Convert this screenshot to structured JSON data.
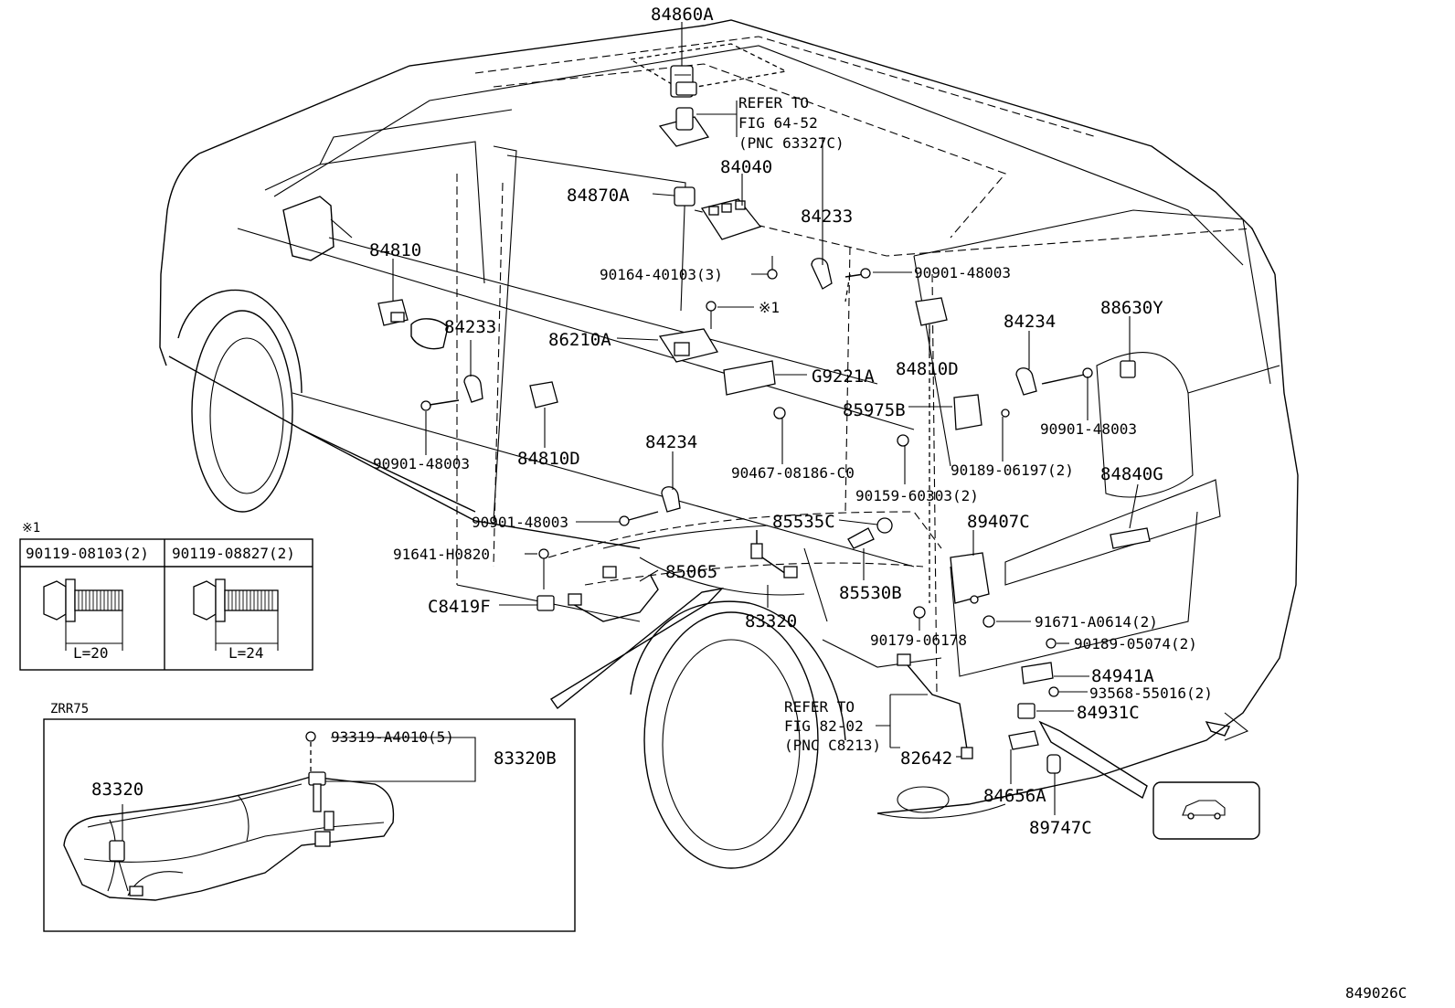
{
  "labels": {
    "p84860A": "84860A",
    "refer1_a": "REFER TO",
    "refer1_b": "FIG 64-52",
    "refer1_c": "(PNC 63327C)",
    "p84040": "84040",
    "p84870A": "84870A",
    "p84233_top": "84233",
    "p84810": "84810",
    "p90164": "90164-40103(3)",
    "p90901_top": "90901-48003",
    "p88630Y": "88630Y",
    "star1_label": "※1",
    "p84233_left": "84233",
    "p86210A": "86210A",
    "p84810D_right": "84810D",
    "p84234_right": "84234",
    "pG9221A": "G9221A",
    "p85975B": "85975B",
    "p90901_left": "90901-48003",
    "p84810D_left": "84810D",
    "p84234_mid": "84234",
    "p90901_right": "90901-48003",
    "p90467": "90467-08186-C0",
    "p90189_06197": "90189-06197(2)",
    "p84840G": "84840G",
    "p90159": "90159-60303(2)",
    "star1_box": "※1",
    "p90901_mid": "90901-48003",
    "p85535C": "85535C",
    "p89407C": "89407C",
    "p91641": "91641-H0820",
    "p85065": "85065",
    "p85530B": "85530B",
    "pC8419F": "C8419F",
    "p83320": "83320",
    "p91671": "91671-A0614(2)",
    "p90179": "90179-06178",
    "p90189_05074": "90189-05074(2)",
    "p84941A": "84941A",
    "p93568": "93568-55016(2)",
    "refer2_a": "REFER TO",
    "refer2_b": "FIG 82-02",
    "refer2_c": "(PNC C8213)",
    "p84931C": "84931C",
    "p82642": "82642",
    "p84656A": "84656A",
    "p89747C": "89747C",
    "zrr75": "ZRR75",
    "p93319": "93319-A4010(5)",
    "p83320B": "83320B",
    "p83320_inset": "83320",
    "figure_code": "849026C"
  },
  "bolt_table": {
    "col1_header": "90119-08103(2)",
    "col2_header": "90119-08827(2)",
    "col1_length": "L=20",
    "col2_length": "L=24"
  },
  "icons": [
    "vehicle-icon"
  ]
}
